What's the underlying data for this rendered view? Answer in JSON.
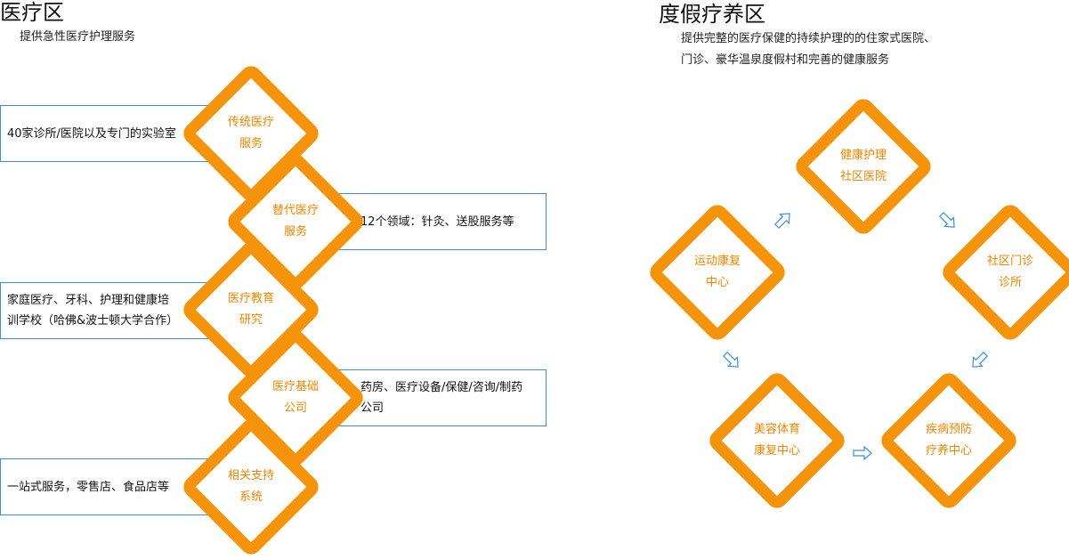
{
  "left": {
    "title": "医疗区",
    "subtitle": "提供急性医疗护理服务",
    "nodes": [
      {
        "label": "传统医疗\n服务",
        "desc": "40家诊所/医院以及专门的实验室"
      },
      {
        "label": "替代医疗\n服务",
        "desc": "12个领域：针灸、送股服务等"
      },
      {
        "label": "医疗教育\n研究",
        "desc": "家庭医疗、牙科、护理和健康培\n训学校（哈佛&波士顿大学合作）"
      },
      {
        "label": "医疗基础\n公司",
        "desc": "药房、医疗设备/保健/咨询/制药\n公司"
      },
      {
        "label": "相关支持\n系统",
        "desc": "一站式服务，零售店、食品店等"
      }
    ]
  },
  "right": {
    "title": "度假疗养区",
    "subtitle_line1": "提供完整的医疗保健的持续护理的的住家式医院、",
    "subtitle_line2": "门诊、豪华温泉度假村和完善的健康服务",
    "nodes": [
      {
        "label": "健康护理\n社区医院"
      },
      {
        "label": "社区门诊\n诊所"
      },
      {
        "label": "疾病预防\n疗养中心"
      },
      {
        "label": "美容体育\n康复中心"
      },
      {
        "label": "运动康复\n中心"
      }
    ]
  },
  "colors": {
    "accent": "#f5930a",
    "label": "#f08300",
    "border": "#3d8fd9",
    "arrow": "#3d8fd9"
  }
}
